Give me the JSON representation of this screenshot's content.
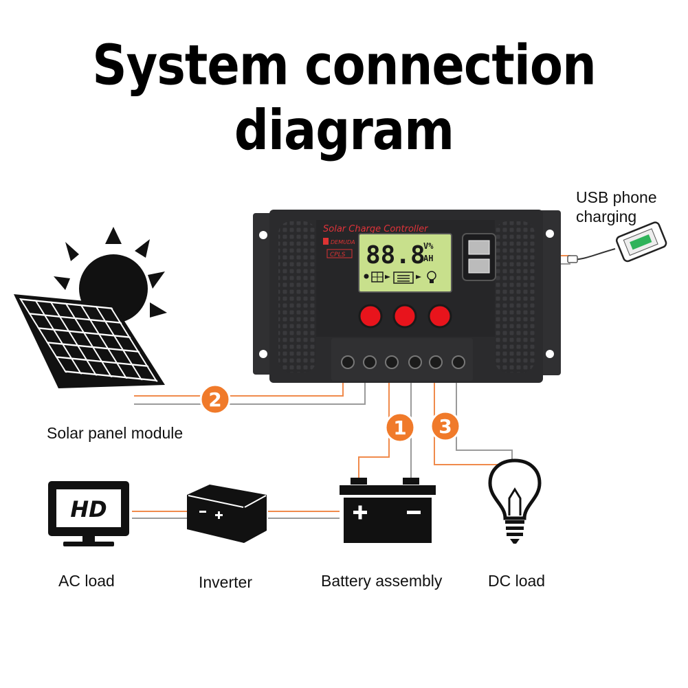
{
  "title": "System connection diagram",
  "labels": {
    "usb_line1": "USB phone",
    "usb_line2": "charging",
    "solar": "Solar panel module",
    "ac_load": "AC load",
    "inverter": "Inverter",
    "battery": "Battery assembly",
    "dc_load": "DC load"
  },
  "controller": {
    "heading": "Solar Charge Controller",
    "brand": "DEMUDA",
    "badge": "CPLS",
    "lcd_digits": "88.8",
    "lcd_unit_top": "V%",
    "lcd_unit_bottom": "AH"
  },
  "steps": {
    "one": "1",
    "two": "2",
    "three": "3"
  },
  "monitor_text": "HD",
  "colors": {
    "wire_orange": "#f08a4b",
    "wire_gray": "#9a9a9a",
    "badge_orange": "#f07a2a",
    "lcd_green": "#c8e08c",
    "button_red": "#e8141c",
    "housing": "#2b2b2d"
  }
}
